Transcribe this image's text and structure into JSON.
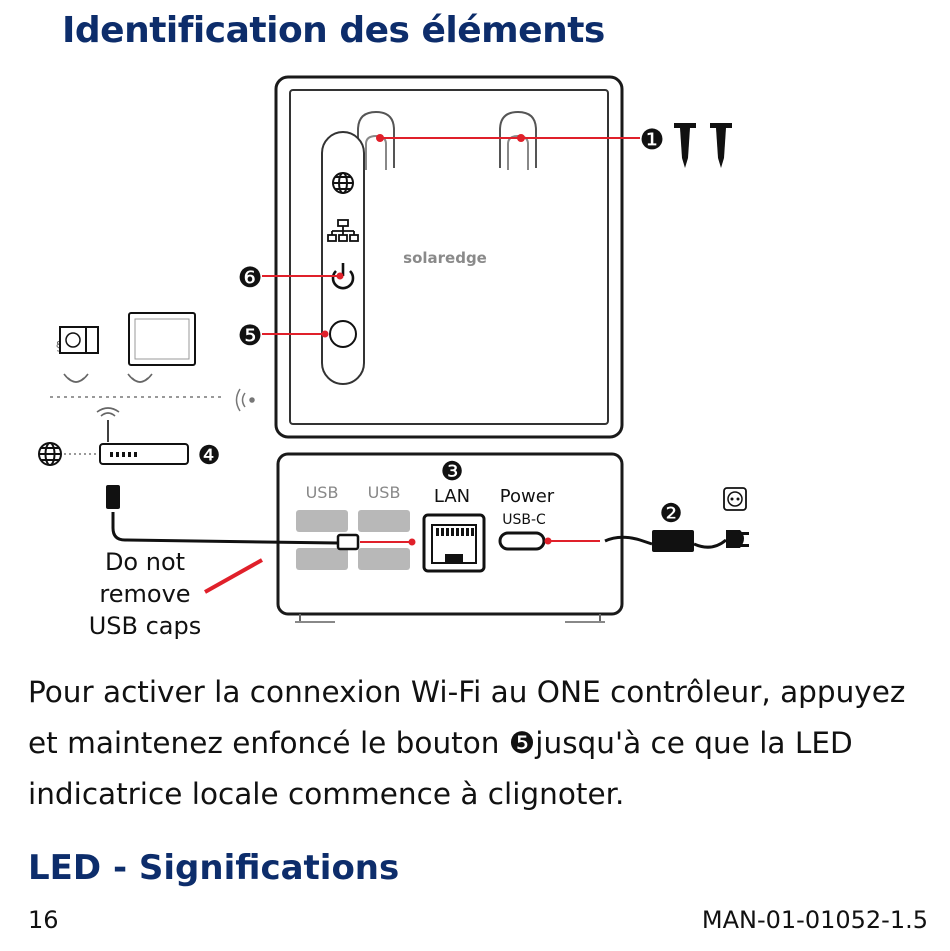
{
  "title": "Identification des éléments",
  "diagram": {
    "brand_logo": "solaredge",
    "callouts": [
      "❶",
      "❷",
      "❸",
      "❹",
      "❺",
      "❻"
    ],
    "port_labels": {
      "usb1": "USB",
      "usb2": "USB",
      "lan": "LAN",
      "power": "Power",
      "power_sub": "USB-C"
    },
    "note_lines": [
      "Do not",
      "remove",
      "USB caps"
    ],
    "colors": {
      "callout_line": "#e0202a",
      "note_slash": "#e0202a",
      "device_outline": "#1a1a1a"
    },
    "icons": [
      "globe-icon",
      "network-icon",
      "power-icon",
      "button-icon",
      "screw-icon",
      "router-icon",
      "wifi-icon",
      "socket-icon",
      "plug-icon",
      "adapter-icon"
    ]
  },
  "body_text": {
    "before": "Pour activer la connexion Wi-Fi au ONE contrôleur, appuyez et maintenez enfoncé le bouton ",
    "ref": "❺",
    "after": "jusqu'à ce que la LED indicatrice locale commence à clignoter."
  },
  "section_heading": "LED - Significations",
  "footer": {
    "page_number": "16",
    "doc_ref": "MAN-01-01052-1.5"
  }
}
